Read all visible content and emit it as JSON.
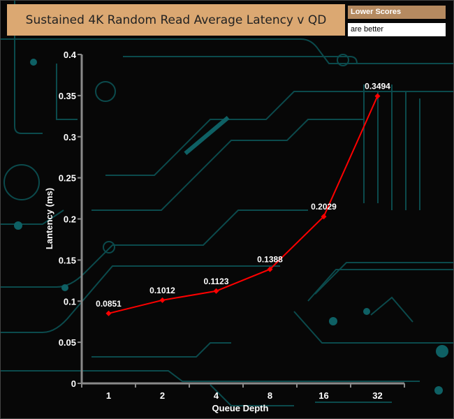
{
  "chart_data": {
    "type": "line",
    "title": "Sustained 4K Random Read Average Latency v QD",
    "legend": [
      "Lower Scores",
      "are better"
    ],
    "xlabel": "Queue Depth",
    "ylabel": "Lantency (ms)",
    "categories": [
      "1",
      "2",
      "4",
      "8",
      "16",
      "32"
    ],
    "series": [
      {
        "name": "Latency",
        "values": [
          0.0851,
          0.1012,
          0.1123,
          0.1388,
          0.2029,
          0.3494
        ],
        "labels": [
          "0.0851",
          "0.1012",
          "0.1123",
          "0.1388",
          "0.2029",
          "0.3494"
        ]
      }
    ],
    "ylim": [
      0,
      0.4
    ],
    "yticks": [
      "0",
      "0.05",
      "0.1",
      "0.15",
      "0.2",
      "0.25",
      "0.3",
      "0.35",
      "0.4"
    ],
    "grid": false,
    "colors": {
      "line": "#ff0000",
      "axis": "#8a8a8a",
      "text": "#ffffff",
      "title_bg": "#dba872",
      "circuit": "#0e5a5c"
    }
  }
}
